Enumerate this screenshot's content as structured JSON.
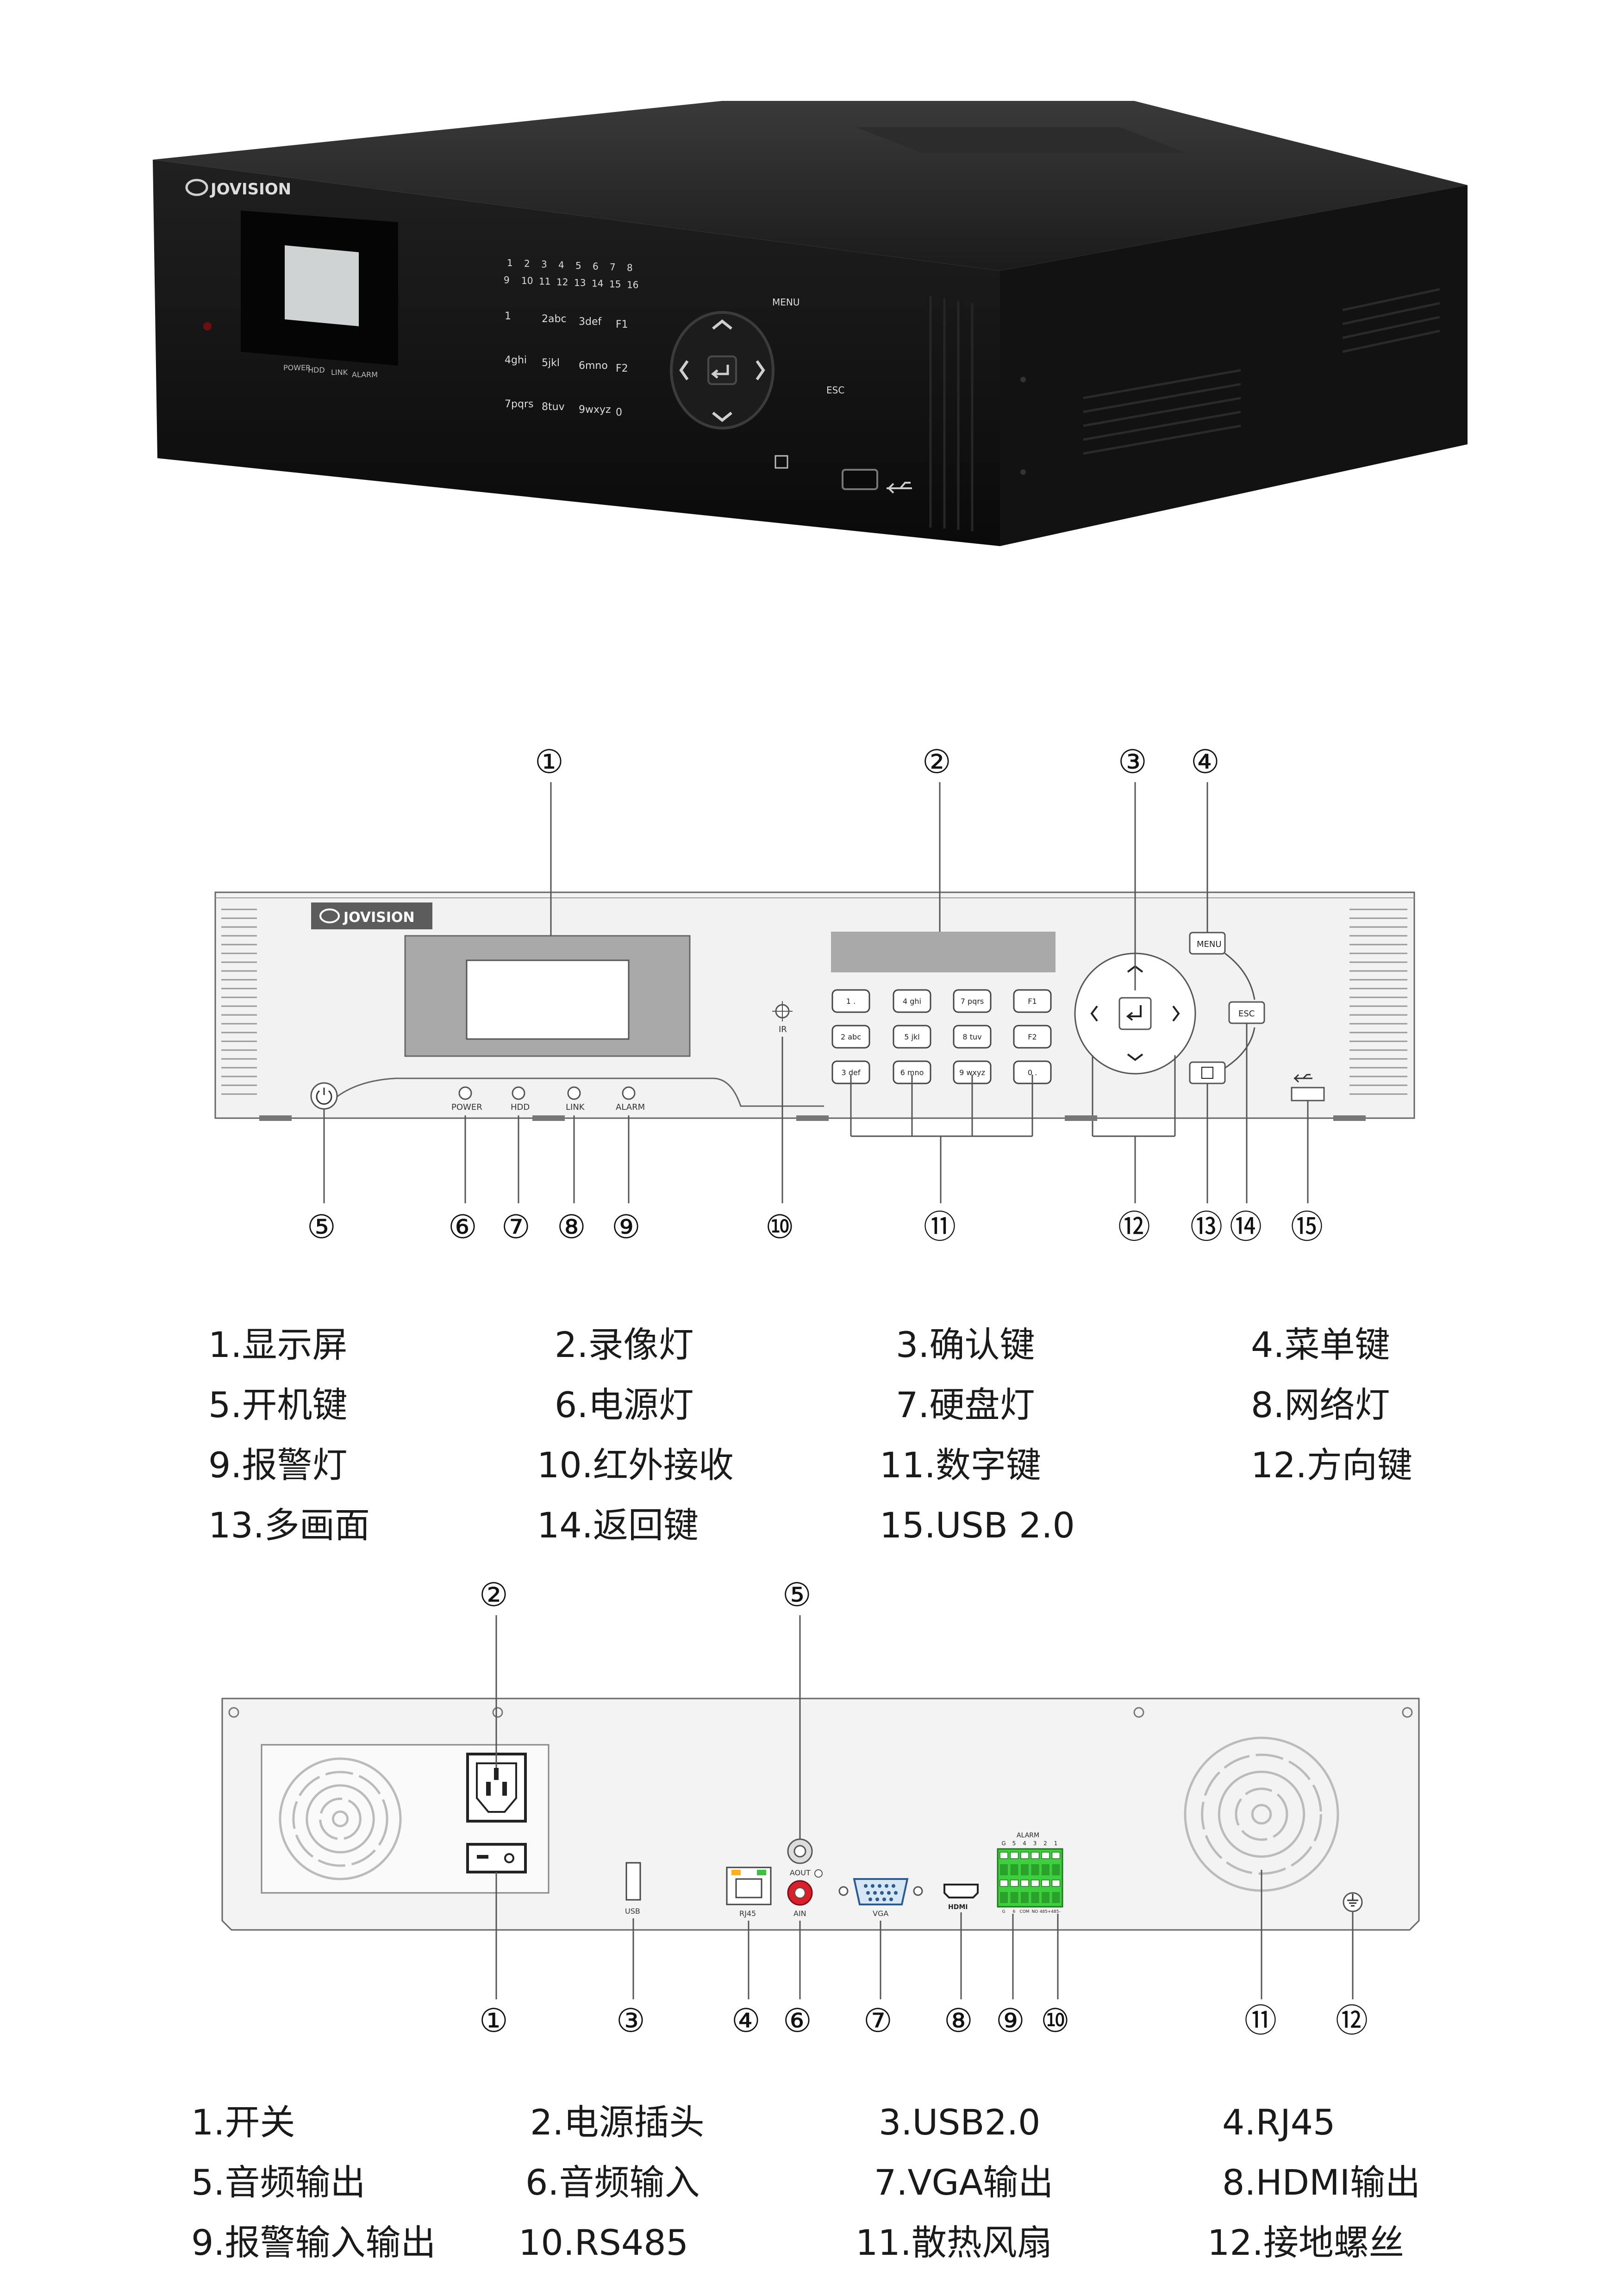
{
  "product_photo": {
    "brand": "JOVISION",
    "indicator_labels": [
      "POWER",
      "HDD",
      "LINK",
      "ALARM"
    ],
    "numbers_row1": [
      "1",
      "2",
      "3",
      "4",
      "5",
      "6",
      "7",
      "8"
    ],
    "numbers_row2": [
      "9",
      "10",
      "11",
      "12",
      "13",
      "14",
      "15",
      "16"
    ],
    "keypad": [
      "1",
      "2abc",
      "3def",
      "F1",
      "4ghi",
      "5jkl",
      "6mno",
      "F2",
      "7pqrs",
      "8tuv",
      "9wxyz",
      "0"
    ],
    "menu_label": "MENU",
    "esc_label": "ESC"
  },
  "front_panel": {
    "brand": "JOVISION",
    "ir_label": "IR",
    "indicator_labels": [
      "POWER",
      "HDD",
      "LINK",
      "ALARM"
    ],
    "keypad": [
      "1 .",
      "4 ghi",
      "7 pqrs",
      "F1",
      "2 abc",
      "5 jkl",
      "8 tuv",
      "F2",
      "3 def",
      "6 mno",
      "9 wxyz",
      "0 ."
    ],
    "menu_label": "MENU",
    "esc_label": "ESC",
    "callouts_top": [
      "①",
      "②",
      "③",
      "④"
    ],
    "callouts_bottom": [
      "⑤",
      "⑥",
      "⑦",
      "⑧",
      "⑨",
      "⑩",
      "⑪",
      "⑫",
      "⑬",
      "⑭",
      "⑮"
    ],
    "legend": [
      "1.显示屏",
      "2.录像灯",
      "3.确认键",
      "4.菜单键",
      "5.开机键",
      "6.电源灯",
      "7.硬盘灯",
      "8.网络灯",
      "9.报警灯",
      "10.红外接收",
      "11.数字键",
      "12.方向键",
      "13.多画面",
      "14.返回键",
      "15.USB 2.0"
    ]
  },
  "rear_panel": {
    "port_labels": {
      "usb": "USB",
      "rj45": "RJ45",
      "aout": "AOUT",
      "ain": "AIN",
      "vga": "VGA",
      "hdmi": "HDMI",
      "alarm": "ALARM",
      "alarm_top": [
        "G",
        "5",
        "4",
        "3",
        "2",
        "1"
      ],
      "alarm_bottom": [
        "G",
        "6",
        "COM",
        "NO",
        "485+",
        "485-"
      ]
    },
    "callouts_top": [
      "②",
      "⑤"
    ],
    "callouts_bottom": [
      "①",
      "③",
      "④",
      "⑥",
      "⑦",
      "⑧",
      "⑨",
      "⑩",
      "⑪",
      "⑫"
    ],
    "legend": [
      "1.开关",
      "2.电源插头",
      "3.USB2.0",
      "4.RJ45",
      "5.音频输出",
      "6.音频输入",
      "7.VGA输出",
      "8.HDMI输出",
      "9.报警输入输出",
      "10.RS485",
      "11.散热风扇",
      "12.接地螺丝"
    ]
  },
  "colors": {
    "device_black": "#141414",
    "panel_gray": "#f0f0f0",
    "alarm_green": "#3dcf3d",
    "ain_red": "#d8202a"
  }
}
